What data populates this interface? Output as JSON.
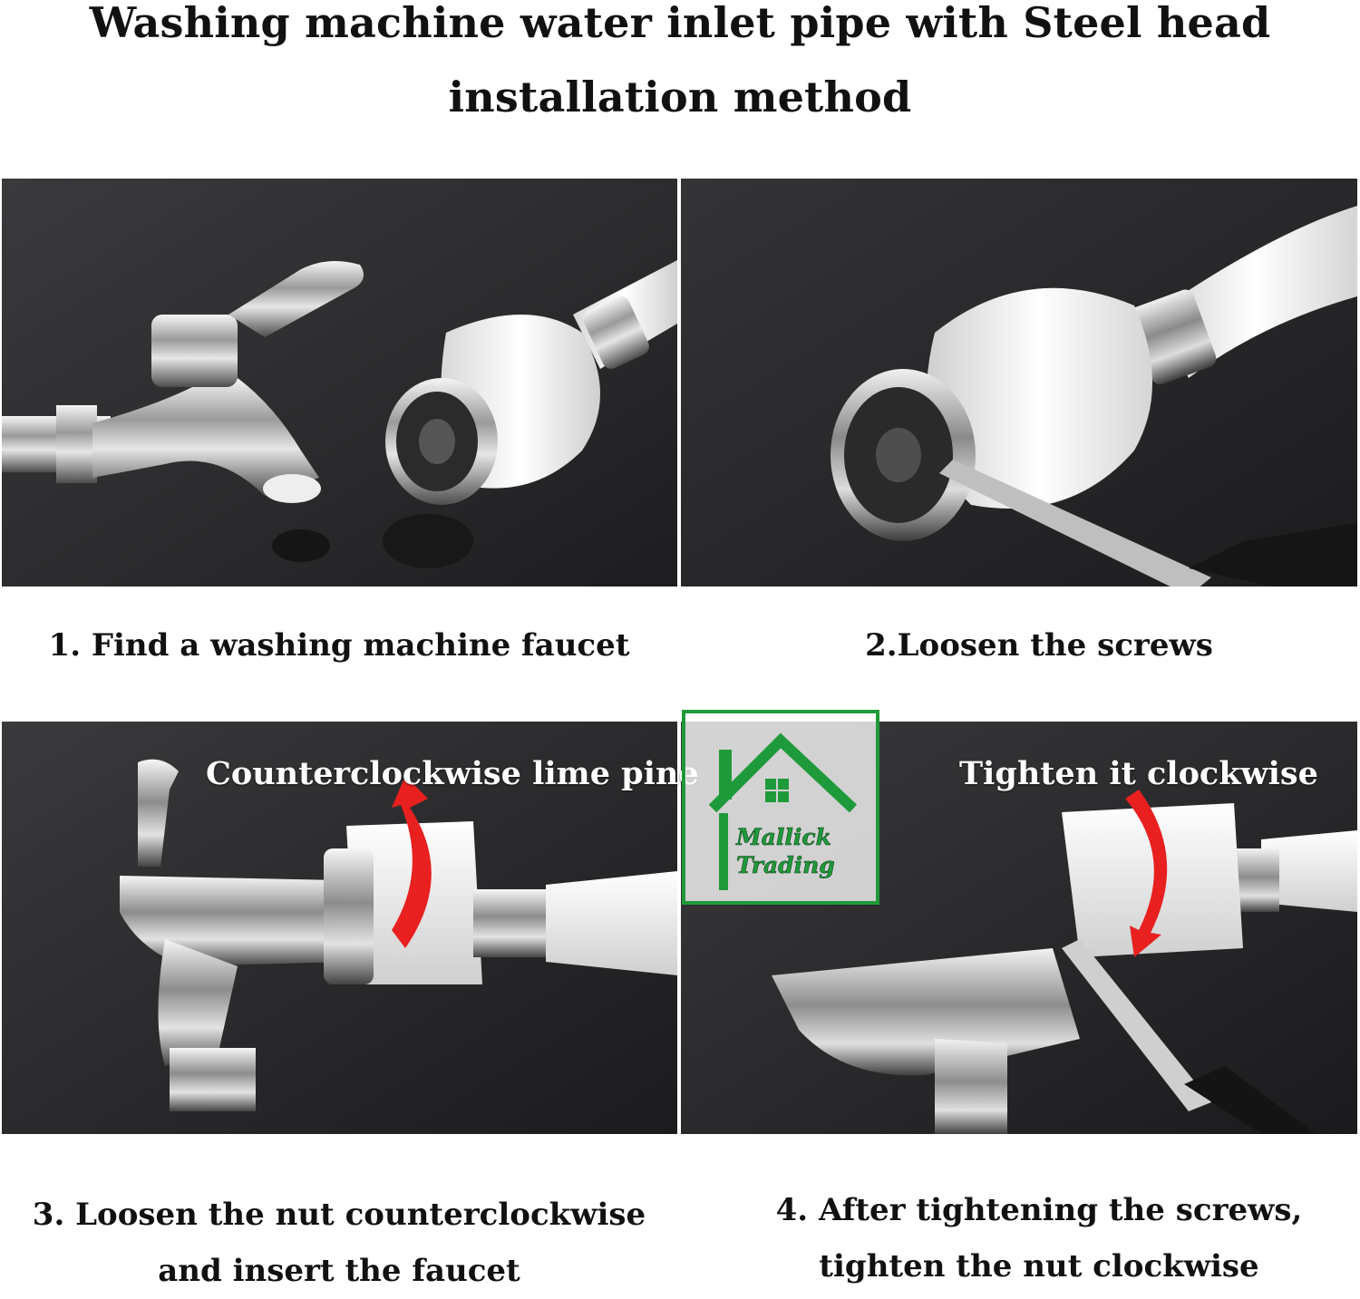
{
  "title": {
    "line1": "Washing machine water inlet pipe with Steel head",
    "line2": "installation method"
  },
  "steps": [
    {
      "caption_lines": [
        "1. Find a washing machine faucet"
      ]
    },
    {
      "caption_lines": [
        "2.Loosen the screws"
      ]
    },
    {
      "caption_lines": [
        "3. Loosen the nut counterclockwise",
        "and insert the faucet"
      ],
      "overlay": "Counterclockwise lime pine"
    },
    {
      "caption_lines": [
        "4. After tightening the screws,",
        "tighten the nut clockwise"
      ],
      "overlay": "Tighten it clockwise"
    }
  ],
  "logo": {
    "text": "Mallick Trading",
    "color": "#1f9a3a"
  },
  "colors": {
    "arrow": "#e8201f",
    "panel_bg": "#2c2c2e",
    "logo": "#1f9a3a"
  },
  "icons": [
    "faucet-icon",
    "hose-connector-icon",
    "screwdriver-icon",
    "counterclockwise-arrow-icon",
    "clockwise-arrow-icon",
    "house-logo-icon"
  ]
}
